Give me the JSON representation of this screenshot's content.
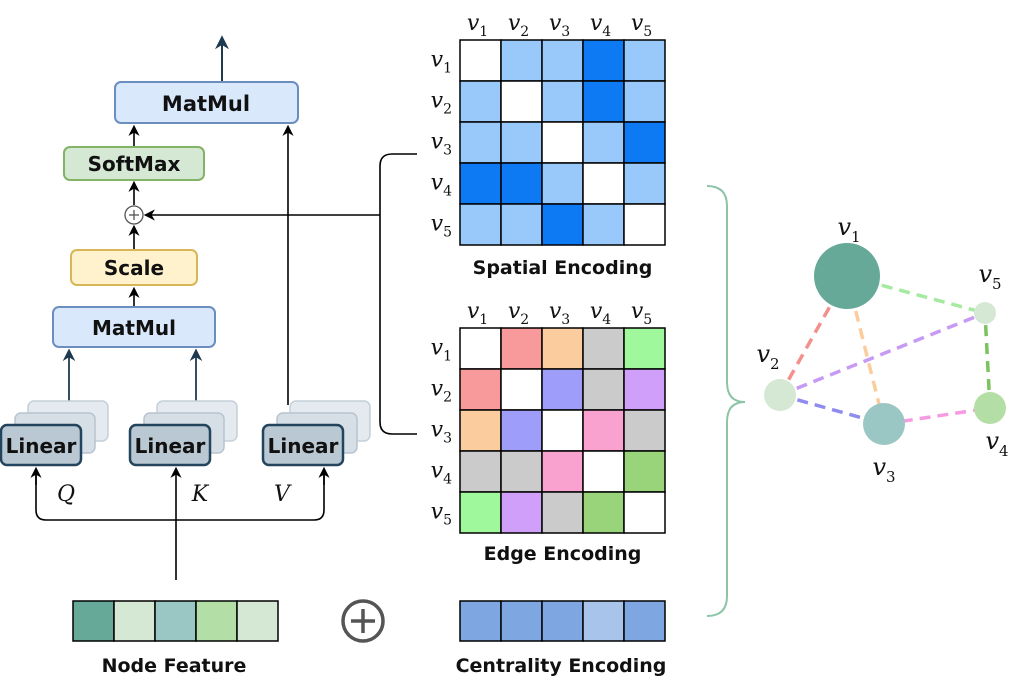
{
  "attention": {
    "matmul_top": "MatMul",
    "softmax": "SoftMax",
    "scale": "Scale",
    "matmul_bottom": "MatMul",
    "linear_q": "Linear",
    "linear_k": "Linear",
    "linear_v": "Linear",
    "q": "Q",
    "k": "K",
    "v": "V"
  },
  "node_labels": [
    {
      "base": "v",
      "sub": "1"
    },
    {
      "base": "v",
      "sub": "2"
    },
    {
      "base": "v",
      "sub": "3"
    },
    {
      "base": "v",
      "sub": "4"
    },
    {
      "base": "v",
      "sub": "5"
    }
  ],
  "spatial_encoding": {
    "caption": "Spatial Encoding",
    "matrix": [
      [
        "#ffffff",
        "#99c8fa",
        "#99c8fa",
        "#0d79f2",
        "#99c8fa"
      ],
      [
        "#99c8fa",
        "#ffffff",
        "#99c8fa",
        "#0d79f2",
        "#99c8fa"
      ],
      [
        "#99c8fa",
        "#99c8fa",
        "#ffffff",
        "#99c8fa",
        "#0d79f2"
      ],
      [
        "#0d79f2",
        "#0d79f2",
        "#99c8fa",
        "#ffffff",
        "#99c8fa"
      ],
      [
        "#99c8fa",
        "#99c8fa",
        "#0d79f2",
        "#99c8fa",
        "#ffffff"
      ]
    ]
  },
  "edge_encoding": {
    "caption": "Edge Encoding",
    "matrix": [
      [
        "#ffffff",
        "#f89a9c",
        "#fbcd9e",
        "#cbcbcb",
        "#9ff99c"
      ],
      [
        "#f89a9c",
        "#ffffff",
        "#9e9efa",
        "#cbcbcb",
        "#cf9ff9"
      ],
      [
        "#fbcd9e",
        "#9e9efa",
        "#ffffff",
        "#f9a2cf",
        "#cbcbcb"
      ],
      [
        "#cbcbcb",
        "#cbcbcb",
        "#f9a2cf",
        "#ffffff",
        "#99d37a"
      ],
      [
        "#9ff99c",
        "#cf9ff9",
        "#cbcbcb",
        "#99d37a",
        "#ffffff"
      ]
    ]
  },
  "node_feature": {
    "caption": "Node Feature",
    "colors": [
      "#66a998",
      "#d5e8d4",
      "#9ac7c3",
      "#b3dea5",
      "#d5e8d4"
    ]
  },
  "centrality_encoding": {
    "caption": "Centrality Encoding",
    "colors": [
      "#7ea6e0",
      "#7ea6e0",
      "#7ea6e0",
      "#a9c4eb",
      "#7ea6e0"
    ]
  },
  "plus_symbol": "+",
  "graph": {
    "nodes": [
      {
        "label_index": 0,
        "color": "#66a998"
      },
      {
        "label_index": 1,
        "color": "#d5e8d4"
      },
      {
        "label_index": 2,
        "color": "#9ac7c3"
      },
      {
        "label_index": 3,
        "color": "#b3dea5"
      },
      {
        "label_index": 4,
        "color": "#d5e8d4"
      }
    ],
    "edges": [
      {
        "from": 0,
        "to": 1,
        "color": "#f4908c"
      },
      {
        "from": 0,
        "to": 2,
        "color": "#fbcd9e"
      },
      {
        "from": 0,
        "to": 4,
        "color": "#a5eaa0"
      },
      {
        "from": 1,
        "to": 2,
        "color": "#8f8cf0"
      },
      {
        "from": 1,
        "to": 4,
        "color": "#c79bf4"
      },
      {
        "from": 2,
        "to": 3,
        "color": "#f69be0"
      },
      {
        "from": 3,
        "to": 4,
        "color": "#7cc35f"
      }
    ]
  },
  "colors": {
    "matmul_fill": "#dae8fc",
    "matmul_stroke": "#6c8ebf",
    "softmax_fill": "#d5e8d4",
    "softmax_stroke": "#82b366",
    "scale_fill": "#fff2cc",
    "scale_stroke": "#d6b656",
    "linear_fill": "#bac8d3",
    "linear_stroke": "#23445d",
    "brace": "#8cc4a8",
    "arrow": "#1e3a50"
  }
}
